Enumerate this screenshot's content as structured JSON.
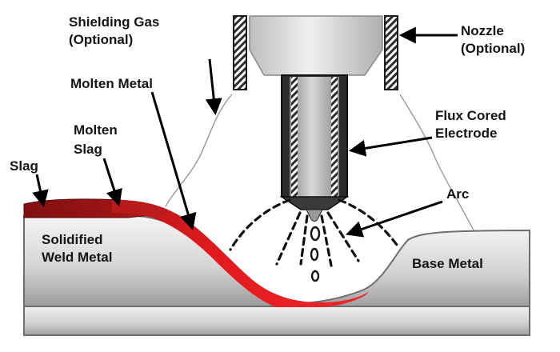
{
  "labels": {
    "shielding_gas": [
      "Shielding Gas",
      "(Optional)"
    ],
    "nozzle": [
      "Nozzle",
      "(Optional)"
    ],
    "molten_metal": "Molten Metal",
    "molten_slag": [
      "Molten",
      "Slag"
    ],
    "slag": "Slag",
    "flux_cored_electrode": [
      "Flux Cored",
      "Electrode"
    ],
    "arc": "Arc",
    "solidified_weld_metal": [
      "Solidified",
      "Weld Metal"
    ],
    "base_metal": "Base Metal"
  },
  "colors": {
    "slag": "#8c1414",
    "molten_slag": "#b01f1f",
    "molten_metal": "#e8181c",
    "metal_light": "#ececec",
    "metal_dark": "#a9a9a9",
    "nozzle_wall": "#3a3a3a",
    "arrow": "#000000"
  }
}
